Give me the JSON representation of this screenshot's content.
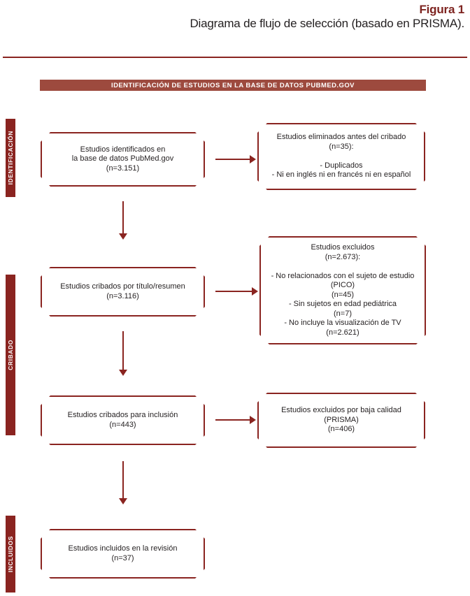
{
  "header": {
    "figure_number": "Figura 1",
    "caption": "Diagrama de flujo de selección (basado en PRISMA).",
    "accent_color": "#7e2420",
    "rule_color": "#8a2420"
  },
  "banner": {
    "label": "IDENTIFICACIÓN DE ESTUDIOS EN LA BASE DE DATOS PUBMED.GOV",
    "background_color": "#9d4a3e",
    "text_color": "#ffffff"
  },
  "stages": [
    {
      "id": "identificacion",
      "label": "IDENTIFICACIÓN"
    },
    {
      "id": "cribado",
      "label": "CRIBADO"
    },
    {
      "id": "incluidos",
      "label": "INCLUIDOS"
    }
  ],
  "boxes": {
    "identified": "Estudios identificados en\nla base de datos PubMed.gov\n(n=3.151)",
    "removed": "Estudios eliminados antes del cribado\n(n=35):\n\n- Duplicados\n- Ni en inglés ni en francés ni en español",
    "screened": "Estudios cribados por título/resumen\n(n=3.116)",
    "excluded": "Estudios excluidos\n(n=2.673):\n\n- No relacionados con el sujeto de estudio (PICO)\n(n=45)\n- Sin sujetos en edad pediátrica\n(n=7)\n- No incluye la visualización de TV\n(n=2.621)",
    "eligibility": "Estudios cribados para inclusión\n(n=443)",
    "low_quality": "Estudios excluidos por baja calidad\n(PRISMA)\n(n=406)",
    "included": "Estudios incluidos en la revisión\n(n=37)"
  },
  "flow_counts": {
    "identified": 3151,
    "removed_before_screening": 35,
    "screened": 3116,
    "excluded_screening_total": 2673,
    "excluded_not_related_pico": 45,
    "excluded_no_pediatric_subjects": 7,
    "excluded_no_tv_viewing": 2621,
    "eligibility": 443,
    "excluded_low_quality": 406,
    "included": 37
  },
  "colors": {
    "border": "#8a2420",
    "banner": "#9d4a3e",
    "arrow": "#8a2420",
    "text": "#231f20",
    "page_background": "#ffffff"
  }
}
